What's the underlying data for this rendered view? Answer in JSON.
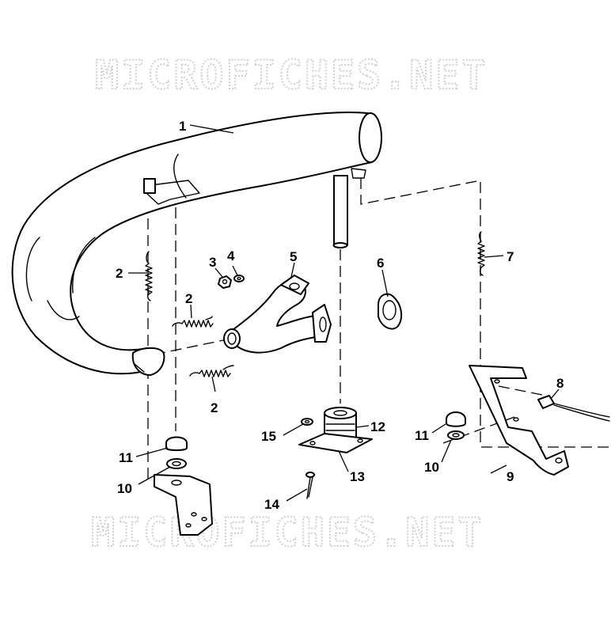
{
  "watermark": "MICROFICHES.NET",
  "callouts": [
    {
      "id": "c1",
      "text": "1"
    },
    {
      "id": "c2a",
      "text": "2"
    },
    {
      "id": "c2b",
      "text": "2"
    },
    {
      "id": "c2c",
      "text": "2"
    },
    {
      "id": "c3",
      "text": "3"
    },
    {
      "id": "c4",
      "text": "4"
    },
    {
      "id": "c5",
      "text": "5"
    },
    {
      "id": "c6",
      "text": "6"
    },
    {
      "id": "c7",
      "text": "7"
    },
    {
      "id": "c8",
      "text": "8"
    },
    {
      "id": "c9",
      "text": "9"
    },
    {
      "id": "c10a",
      "text": "10"
    },
    {
      "id": "c10b",
      "text": "10"
    },
    {
      "id": "c11a",
      "text": "11"
    },
    {
      "id": "c11b",
      "text": "11"
    },
    {
      "id": "c12",
      "text": "12"
    },
    {
      "id": "c13",
      "text": "13"
    },
    {
      "id": "c14",
      "text": "14"
    },
    {
      "id": "c15",
      "text": "15"
    }
  ]
}
